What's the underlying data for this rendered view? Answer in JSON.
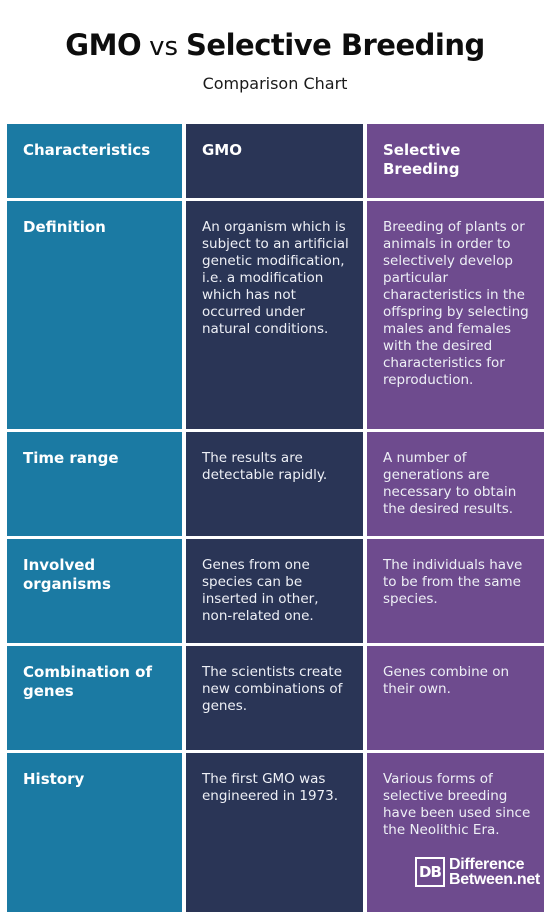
{
  "header": {
    "title_left": "GMO",
    "title_vs": "vs",
    "title_right": "Selective Breeding",
    "subtitle": "Comparison Chart"
  },
  "table": {
    "columns": [
      "Characteristics",
      "GMO",
      "Selective Breeding"
    ],
    "rows": [
      {
        "label": "Definition",
        "gmo": "An organism which is subject to an artificial genetic modification, i.e. a modification which has not occurred under natural conditions.",
        "selective": "Breeding of plants or animals in order to selectively develop particular characteristics in the offspring by selecting males and females with the desired characteristics for reproduction."
      },
      {
        "label": "Time range",
        "gmo": "The results are detectable rapidly.",
        "selective": "A number of generations are necessary to obtain the desired results."
      },
      {
        "label": "Involved organisms",
        "gmo": "Genes from one species can be inserted in other, non-related one.",
        "selective": "The individuals have to be from the same species."
      },
      {
        "label": "Combination of genes",
        "gmo": "The scientists create new combinations of genes.",
        "selective": "Genes combine on their own."
      },
      {
        "label": "History",
        "gmo": "The first GMO was engineered in 1973.",
        "selective": "Various forms of selective breeding have been used since the Neolithic Era."
      }
    ]
  },
  "colors": {
    "characteristics_column": "#1b7aa3",
    "gmo_column": "#2a3556",
    "selective_column": "#6e4b8e"
  },
  "logo": {
    "mark": "DB",
    "line1": "Difference",
    "line2": "Between.net"
  }
}
